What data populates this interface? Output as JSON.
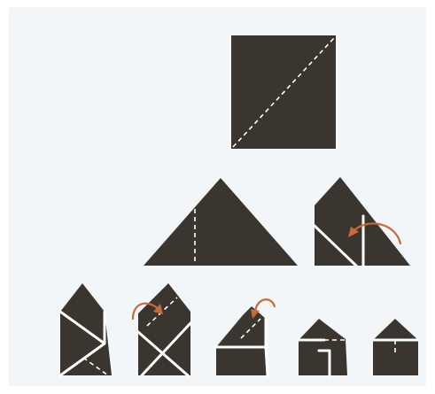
{
  "diagram": {
    "description_visible_text": [],
    "colors": {
      "background": "#f3f6f8",
      "paper": "#3a352f",
      "crease": "#ffffff",
      "arrow": "#c8693a"
    },
    "steps": [
      {
        "id": "step-1",
        "shape": "square",
        "icon": "folding-square"
      },
      {
        "id": "step-2",
        "shape": "triangle",
        "icon": "folded-triangle"
      },
      {
        "id": "step-3",
        "shape": "triangle-fold-corner",
        "icon": "fold-arrow"
      },
      {
        "id": "step-4",
        "shape": "pentagon-flap",
        "icon": "envelope-shape"
      },
      {
        "id": "step-5",
        "shape": "pentagon-cross",
        "icon": "fold-arrow"
      },
      {
        "id": "step-6",
        "shape": "house-fold",
        "icon": "fold-arrow"
      },
      {
        "id": "step-7",
        "shape": "small-house-tuck",
        "icon": "house-shape"
      },
      {
        "id": "step-8",
        "shape": "small-house-final",
        "icon": "house-shape"
      }
    ]
  }
}
